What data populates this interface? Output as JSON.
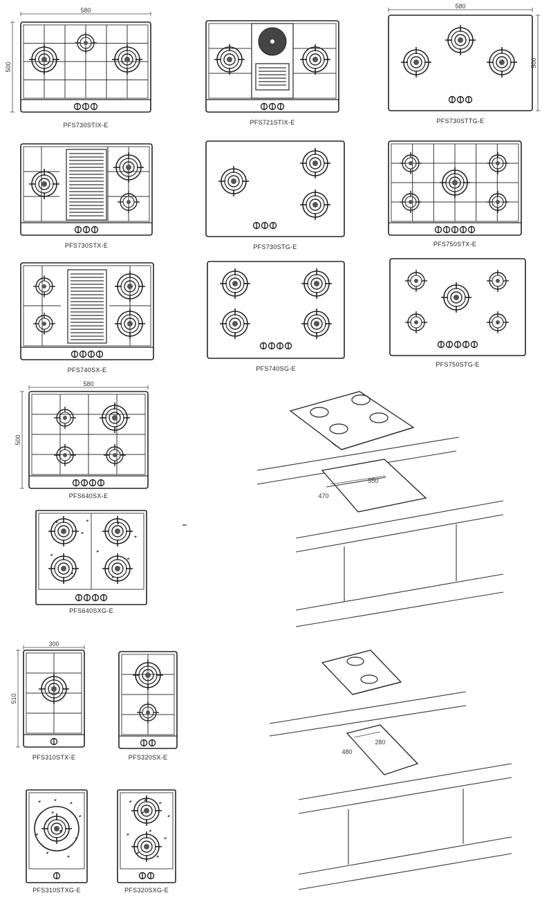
{
  "models": [
    {
      "id": "m1",
      "label": "PFS730STIX-E",
      "dims": {
        "w": "580",
        "h": "500"
      }
    },
    {
      "id": "m2",
      "label": "PFS721STIX-E"
    },
    {
      "id": "m3",
      "label": "PFS730STTG-E",
      "dims": {
        "w": "580",
        "h": "500"
      }
    },
    {
      "id": "m4",
      "label": "PFS730STX-E"
    },
    {
      "id": "m5",
      "label": "PFS730STG-E"
    },
    {
      "id": "m6",
      "label": "PFS750STX-E"
    },
    {
      "id": "m7",
      "label": "PFS740SX-E"
    },
    {
      "id": "m8",
      "label": "PFS740SG-E"
    },
    {
      "id": "m9",
      "label": "PFS750STG-E"
    },
    {
      "id": "m10",
      "label": "PFS640SX-E",
      "dims": {
        "w": "580",
        "h": "500"
      }
    },
    {
      "id": "m11",
      "label": "PFS640SXG-E"
    },
    {
      "id": "m12",
      "label": "PFS310STX-E",
      "dims": {
        "w": "300",
        "h": "510"
      }
    },
    {
      "id": "m13",
      "label": "PFS320SX-E"
    },
    {
      "id": "m14",
      "label": "PFS310STXG-E"
    },
    {
      "id": "m15",
      "label": "PFS320SXG-E"
    }
  ],
  "cutouts": {
    "large": {
      "w": "550",
      "h": "470"
    },
    "small": {
      "w": "280",
      "h": "480"
    }
  },
  "icons": [
    "burner-icon",
    "control-knob-icon",
    "grill-plate-icon",
    "hotplate-icon"
  ]
}
